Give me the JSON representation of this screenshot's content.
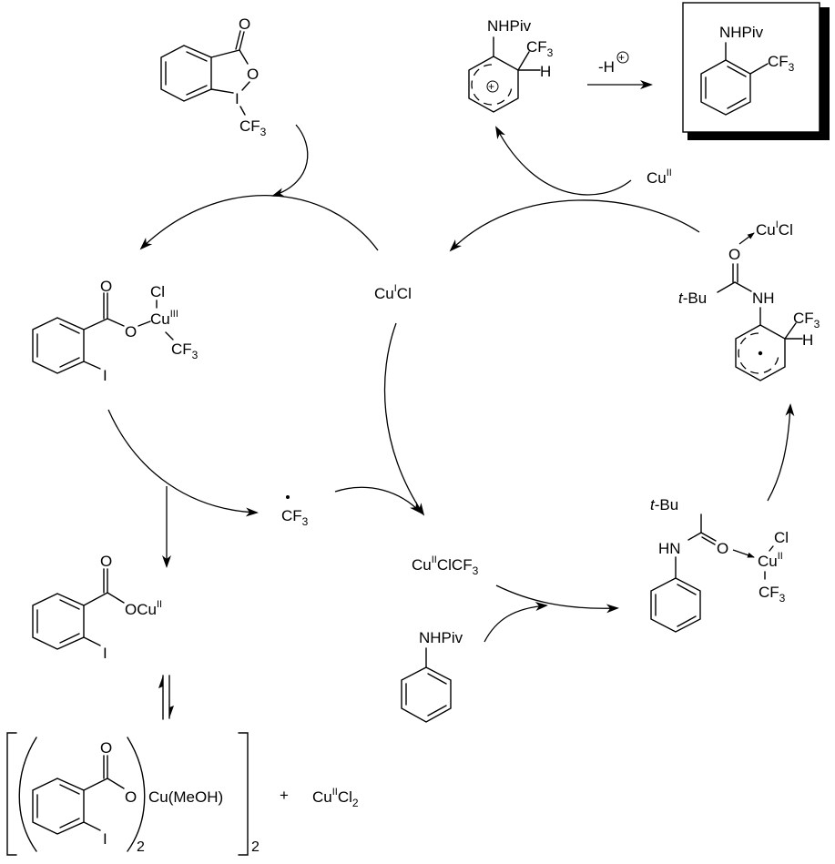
{
  "diagram": {
    "type": "catalytic cycle",
    "title": "",
    "colors": {
      "ink": "#000000",
      "background": "#ffffff"
    },
    "species": {
      "togni_reagent": {
        "labels": {
          "carbonyl_O": "O",
          "ring_O": "O",
          "iodine": "I",
          "cf3": "CF",
          "cf3_sub": "3"
        }
      },
      "cu3_complex": {
        "labels": {
          "carbonyl_O": "O",
          "ester_O": "O",
          "chloride": "Cl",
          "copper": "Cu",
          "oxidation_state": "III",
          "cf3": "CF",
          "cf3_sub": "3",
          "iodine": "I"
        }
      },
      "cu1cl_center": {
        "copper": "Cu",
        "oxidation_state": "I",
        "ligand": "Cl"
      },
      "cf3_radical": {
        "dot": "•",
        "text": "CF",
        "sub": "3"
      },
      "cu2clcf3": {
        "copper": "Cu",
        "oxidation_state": "II",
        "rest": "ClCF",
        "sub": "3"
      },
      "cu2_carboxylate": {
        "labels": {
          "carbonyl_O": "O",
          "ester": "OCu",
          "oxidation_state": "II",
          "iodine": "I"
        }
      },
      "dimer": {
        "labels": {
          "carbonyl_O": "O",
          "ester_O": "O",
          "metal": "Cu(MeOH)",
          "iodine": "I",
          "inner_count": "2",
          "outer_count": "2"
        }
      },
      "plus_sign": "+",
      "cucl2": {
        "copper": "Cu",
        "oxidation_state": "II",
        "rest": "Cl",
        "sub": "2"
      },
      "pivanilide_substrate": {
        "label": "NHPiv"
      },
      "cu2_coordinated_amide": {
        "labels": {
          "tbu_t": "t",
          "tbu_rest": "-Bu",
          "nh": "HN",
          "carbonyl_O": "O",
          "chloride": "Cl",
          "copper": "Cu",
          "oxidation_state": "II",
          "cf3": "CF",
          "cf3_sub": "3"
        }
      },
      "radical_intermediate": {
        "labels": {
          "copper_complex": "Cu",
          "oxidation_state": "I",
          "ligand": "Cl",
          "carbonyl_O": "O",
          "tbu_t": "t",
          "tbu_rest": "-Bu",
          "nh": "NH",
          "cf3": "CF",
          "cf3_sub": "3",
          "h": "H",
          "radical": "•"
        }
      },
      "cationic_intermediate": {
        "labels": {
          "nhpiv": "NHPiv",
          "cf3": "CF",
          "cf3_sub": "3",
          "h": "H",
          "charge": "+"
        }
      },
      "cu2_oxidant": {
        "copper": "Cu",
        "oxidation_state": "II"
      },
      "deprotonation": {
        "text": "-H",
        "charge": "+"
      },
      "product": {
        "labels": {
          "nhpiv": "NHPiv",
          "cf3": "CF",
          "cf3_sub": "3"
        },
        "boxed": true
      }
    }
  }
}
